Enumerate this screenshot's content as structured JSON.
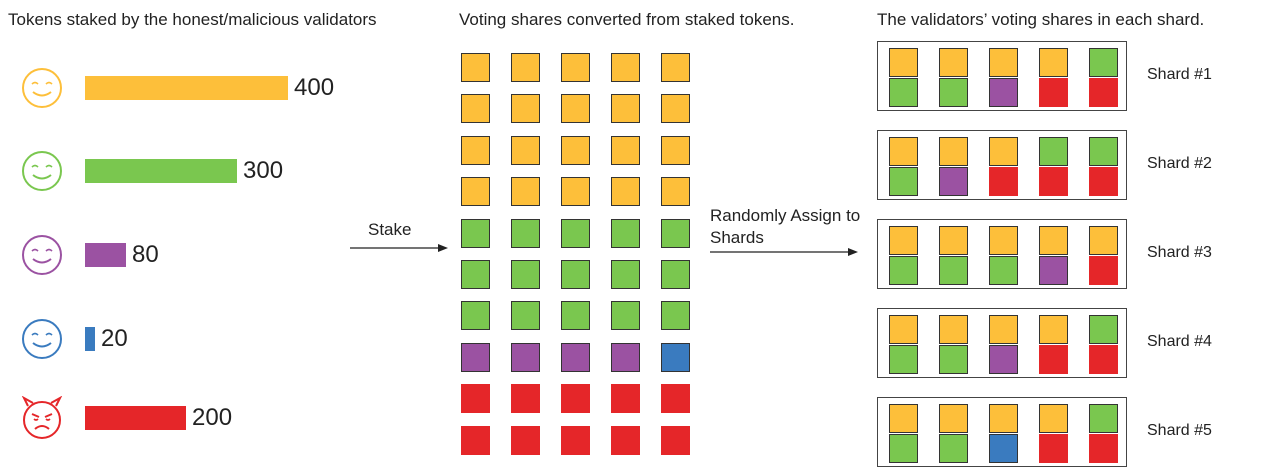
{
  "headings": {
    "left": "Tokens staked by the honest/malicious validators",
    "middle": "Voting shares converted from staked tokens.",
    "right": "The validators’ voting shares in each shard."
  },
  "colors": {
    "yellow": "#FDBF3A",
    "green": "#7AC74F",
    "purple": "#9B52A2",
    "blue": "#3A7BBF",
    "red": "#E52629"
  },
  "validators": [
    {
      "icon": "smiley-face-icon",
      "color": "yellow",
      "tokens": 400,
      "label": "400"
    },
    {
      "icon": "smiley-face-icon",
      "color": "green",
      "tokens": 300,
      "label": "300"
    },
    {
      "icon": "smiley-face-icon",
      "color": "purple",
      "tokens": 80,
      "label": "80"
    },
    {
      "icon": "smiley-face-icon",
      "color": "blue",
      "tokens": 20,
      "label": "20"
    },
    {
      "icon": "devil-face-icon",
      "color": "red",
      "tokens": 200,
      "label": "200"
    }
  ],
  "arrows": {
    "stake": "Stake",
    "assign": "Randomly Assign to Shards"
  },
  "voting_shares": [
    [
      "yellow",
      "yellow",
      "yellow",
      "yellow",
      "yellow"
    ],
    [
      "yellow",
      "yellow",
      "yellow",
      "yellow",
      "yellow"
    ],
    [
      "yellow",
      "yellow",
      "yellow",
      "yellow",
      "yellow"
    ],
    [
      "yellow",
      "yellow",
      "yellow",
      "yellow",
      "yellow"
    ],
    [
      "green",
      "green",
      "green",
      "green",
      "green"
    ],
    [
      "green",
      "green",
      "green",
      "green",
      "green"
    ],
    [
      "green",
      "green",
      "green",
      "green",
      "green"
    ],
    [
      "purple",
      "purple",
      "purple",
      "purple",
      "blue"
    ],
    [
      "red",
      "red",
      "red",
      "red",
      "red"
    ],
    [
      "red",
      "red",
      "red",
      "red",
      "red"
    ]
  ],
  "shards": [
    {
      "label": "Shard #1",
      "rows": [
        [
          "yellow",
          "yellow",
          "yellow",
          "yellow",
          "green"
        ],
        [
          "green",
          "green",
          "purple",
          "red",
          "red"
        ]
      ]
    },
    {
      "label": "Shard #2",
      "rows": [
        [
          "yellow",
          "yellow",
          "yellow",
          "green",
          "green"
        ],
        [
          "green",
          "purple",
          "red",
          "red",
          "red"
        ]
      ]
    },
    {
      "label": "Shard #3",
      "rows": [
        [
          "yellow",
          "yellow",
          "yellow",
          "yellow",
          "yellow"
        ],
        [
          "green",
          "green",
          "green",
          "purple",
          "red"
        ]
      ]
    },
    {
      "label": "Shard #4",
      "rows": [
        [
          "yellow",
          "yellow",
          "yellow",
          "yellow",
          "green"
        ],
        [
          "green",
          "green",
          "purple",
          "red",
          "red"
        ]
      ]
    },
    {
      "label": "Shard #5",
      "rows": [
        [
          "yellow",
          "yellow",
          "yellow",
          "yellow",
          "green"
        ],
        [
          "green",
          "green",
          "blue",
          "red",
          "red"
        ]
      ]
    }
  ]
}
